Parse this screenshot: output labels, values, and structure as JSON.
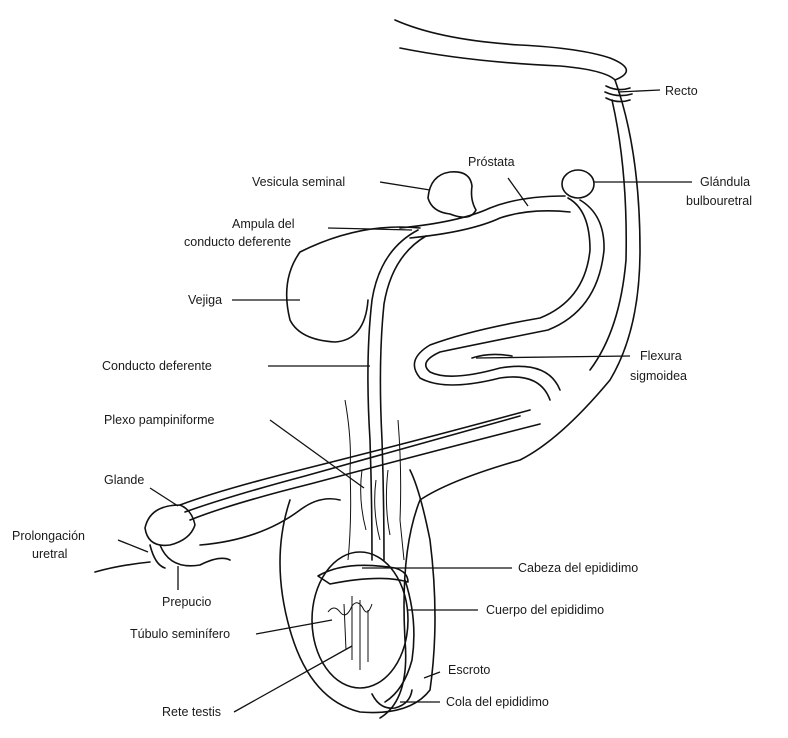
{
  "labels": {
    "recto": "Recto",
    "prostata": "Próstata",
    "vesicula_seminal": "Vesicula seminal",
    "glandula_1": "Glándula",
    "glandula_2": "bulbouretral",
    "ampula_1": "Ampula del",
    "ampula_2": "conducto deferente",
    "vejiga": "Vejiga",
    "conducto_deferente": "Conducto deferente",
    "flexura_1": "Flexura",
    "flexura_2": "sigmoidea",
    "plexo": "Plexo pampiniforme",
    "glande": "Glande",
    "prolongacion_1": "Prolongación",
    "prolongacion_2": "uretral",
    "cabeza": "Cabeza del epididimo",
    "prepucio": "Prepucio",
    "cuerpo": "Cuerpo del epididimo",
    "tubulo": "Túbulo seminífero",
    "escroto": "Escroto",
    "rete": "Rete testis",
    "cola": "Cola del epididimo"
  }
}
